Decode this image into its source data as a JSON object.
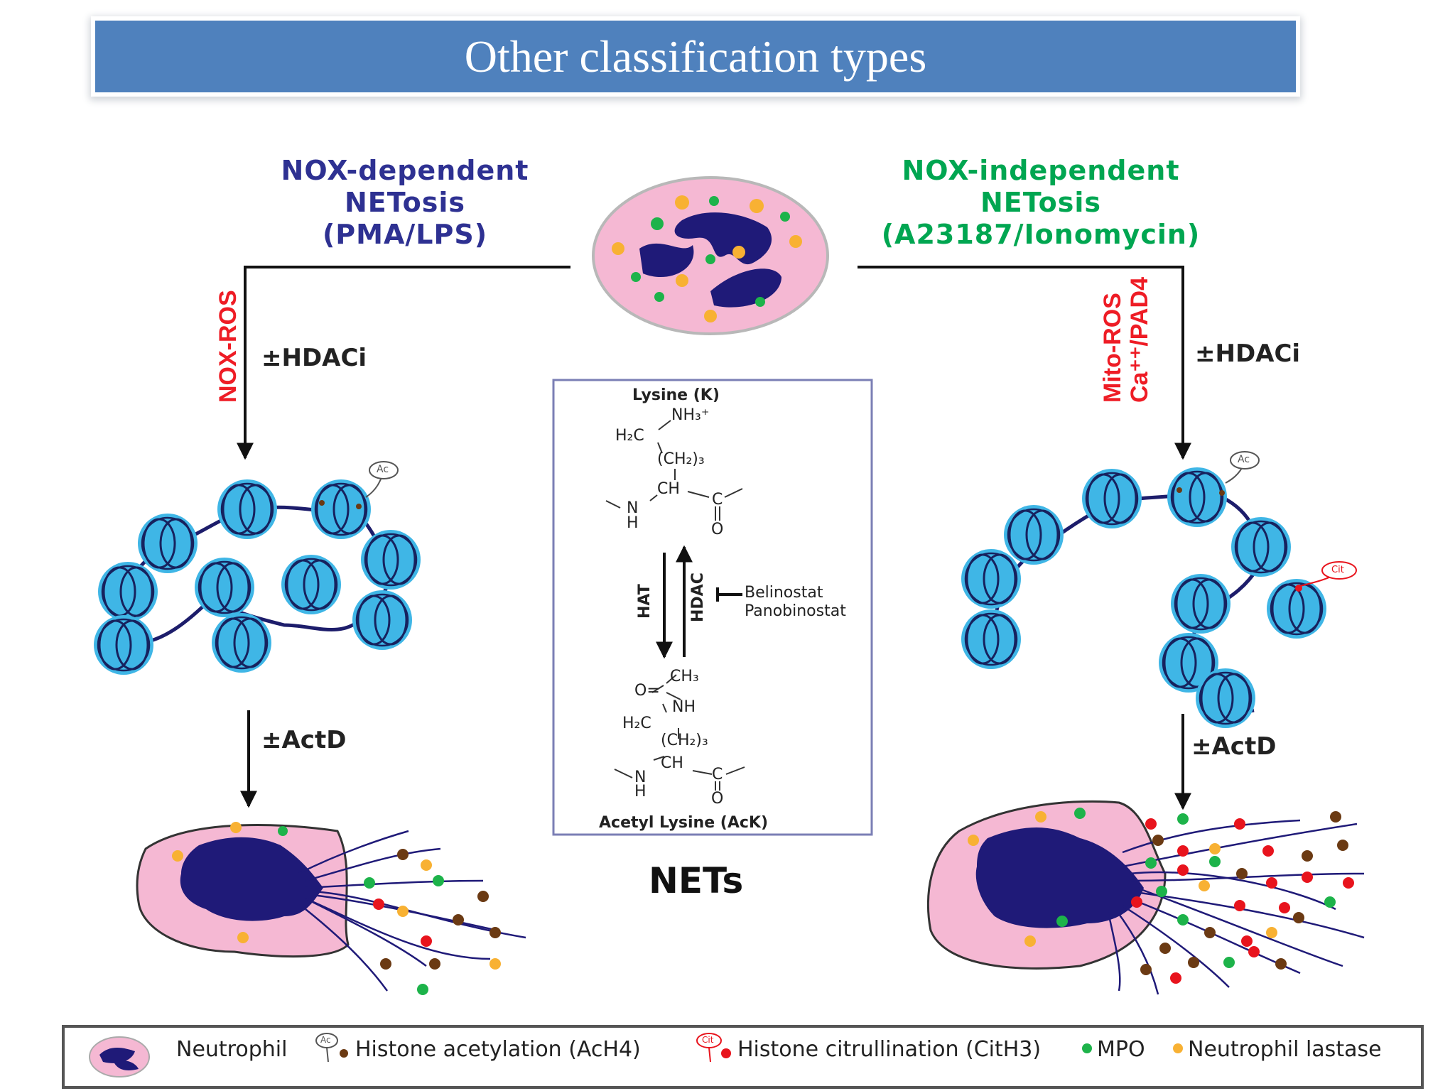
{
  "title": "Other classification types",
  "left_branch": {
    "heading": [
      "NOX-dependent",
      "NETosis",
      "(PMA/LPS)"
    ],
    "pathway_label": "NOX-ROS",
    "step1": "±HDACi",
    "step2": "±ActD"
  },
  "right_branch": {
    "heading": [
      "NOX-independent",
      "NETosis",
      "(A23187/Ionomycin)"
    ],
    "pathway_label_1": "Mito-ROS",
    "pathway_label_2": "Ca⁺⁺/PAD4",
    "step1": "±HDACi",
    "step2": "±ActD"
  },
  "chemistry": {
    "top_name": "Lysine (K)",
    "top_nh3": "NH₃⁺",
    "h2c": "H₂C",
    "ch2_3": "(CH₂)₃",
    "ch": "CH",
    "c": "C",
    "o": "O",
    "n": "N",
    "h": "H",
    "ch3": "CH₃",
    "nh": "NH",
    "o_eq": "O=",
    "hat": "HAT",
    "hdac": "HDAC",
    "inhibitor_1": "Belinostat",
    "inhibitor_2": "Panobinostat",
    "bottom_name": "Acetyl Lysine (AcK)"
  },
  "center_label": "NETs",
  "marks": {
    "ac": "Ac",
    "cit": "Cit"
  },
  "legend": {
    "neutrophil": "Neutrophil",
    "acetylation": "Histone acetylation (AcH4)",
    "citrullination": "Histone citrullination (CitH3)",
    "mpo": "MPO",
    "elastase": "Neutrophil lastase"
  },
  "colors": {
    "title_bg": "#4f81bd",
    "left_heading": "#2e3192",
    "right_heading": "#00a651",
    "pathway_red": "#ee1c25",
    "nucleosome": "#3fb6e6",
    "cell_pink": "#f5b8d3",
    "nucleus": "#1f1a78",
    "mpo_green": "#1db34a",
    "elastase_orange": "#f8b133",
    "citrulline_red": "#e8141d",
    "acetyl_brown": "#6b3a13"
  }
}
